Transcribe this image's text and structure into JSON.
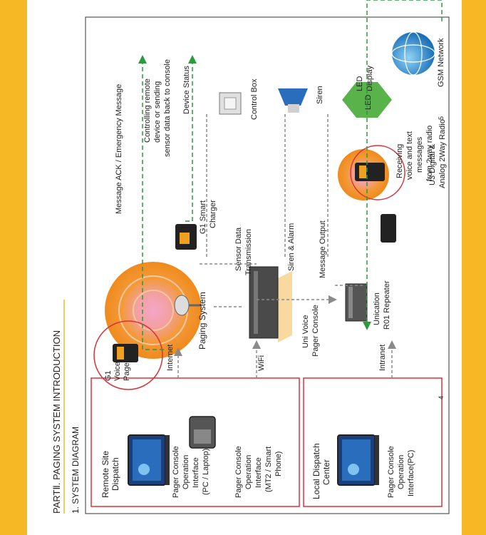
{
  "header": {
    "part_title": "PARTⅡ. PAGING SYSTEM INTRODUCTION",
    "section_title": "1. SYSTEM DIAGRAM"
  },
  "page_numbers": {
    "left": "4",
    "right": "5"
  },
  "boxes": {
    "remote_site": {
      "title_line1": "Remote Site",
      "title_line2": "Dispatch",
      "pc_label_line1": "Pager Console",
      "pc_label_line2": "Operation",
      "pc_label_line3": "Interface",
      "pc_label_line4": "(PC / Laptop)",
      "phone_label_line1": "Pager Console",
      "phone_label_line2": "Operation",
      "phone_label_line3": "Interface",
      "phone_label_line4": "(MT2 / Smart",
      "phone_label_line5": "Phone)"
    },
    "local_dispatch": {
      "title_line1": "Local Dispatch",
      "title_line2": "Center",
      "label_line1": "Pager Console",
      "label_line2": "Operation",
      "label_line3": "Interface(PC)"
    }
  },
  "labels": {
    "internet": "Internet",
    "intranet": "Intranet",
    "wifi": "WiFi",
    "g1_pager_line1": "G1",
    "g1_pager_line2": "Voice",
    "g1_pager_line3": "Pager",
    "paging_system": "Paging System",
    "uni_console_line1": "Uni Voice",
    "uni_console_line2": "Pager Console",
    "repeater_line1": "Unication",
    "repeater_line2": "R01 Repeater",
    "charger_line1": "G1 Smart",
    "charger_line2": "Charger",
    "sensor_line1": "Sensor Data",
    "sensor_line2": "Transmission",
    "siren_alarm": "Siren & Alarm",
    "message_output": "Message Output",
    "message_ack": "Message ACK / Emergency Message",
    "controlling_line1": "Controlling remote",
    "controlling_line2": "device or sending",
    "controlling_line3": "sensor data back to console",
    "device_status": "Device Status",
    "control_box": "Control Box",
    "siren": "Siren",
    "led_line1": "LED",
    "led_line2": "Display",
    "led_text": "LED",
    "receiving_line1": "Receiving",
    "receiving_line2": "voice and text",
    "receiving_line3": "messages",
    "receiving_line4": "from 2way radio",
    "u3_line1": "U3 Digital &",
    "u3_line2": "Analog 2Way Radio",
    "gsm": "GSM Network"
  },
  "colors": {
    "accent_band": "#f7b825",
    "arrow_green": "#2d9a3e",
    "arrow_gray": "#8a8a8a",
    "box_red": "#d9333a",
    "orange": "#f08a1c",
    "pink": "#f0a0c8"
  }
}
